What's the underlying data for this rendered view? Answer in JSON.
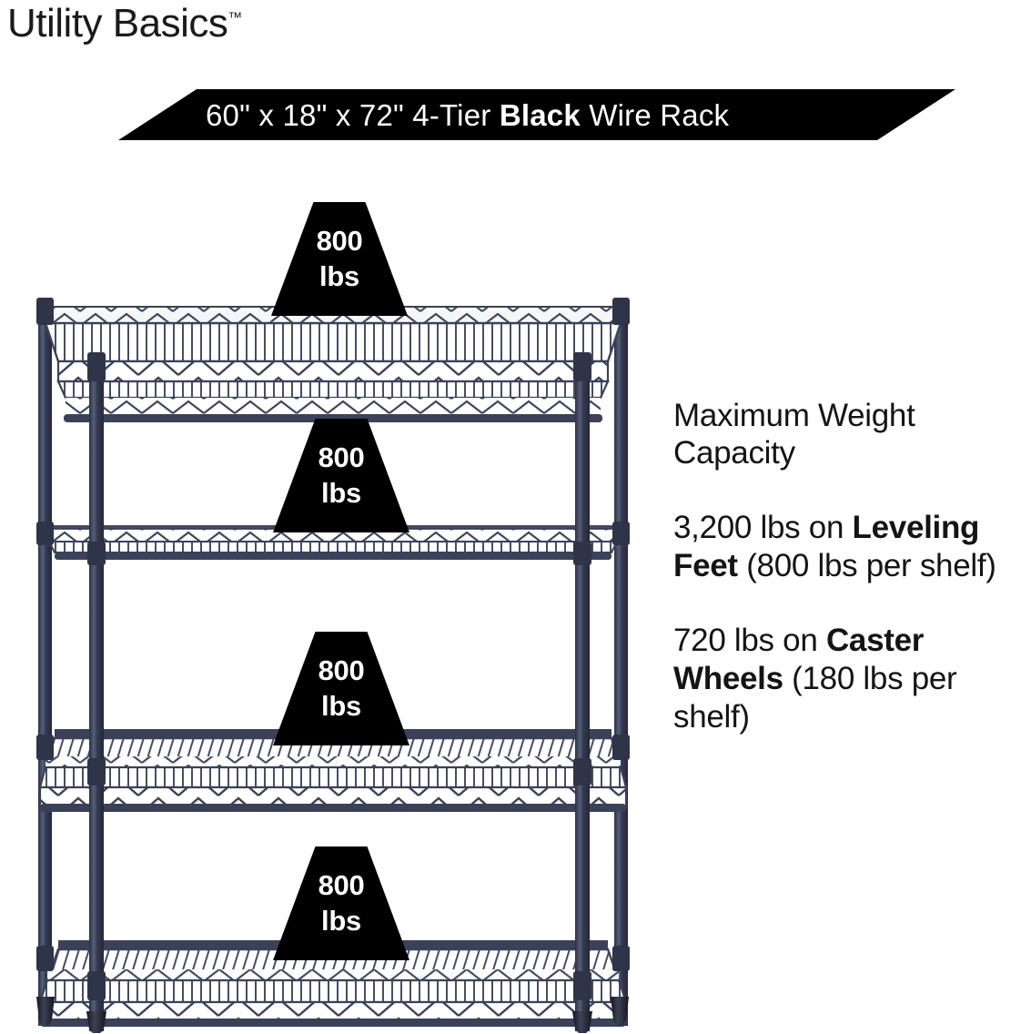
{
  "brand": {
    "name": "Utility Basics",
    "trademark": "™"
  },
  "banner": {
    "text_before": "60\" x 18\" x 72\" 4-Tier ",
    "emphasis": "Black",
    "text_after": " Wire Rack",
    "background_color": "#000000",
    "text_color": "#ffffff"
  },
  "product": {
    "type": "4-tier wire shelving rack",
    "frame_color": "#3a4056",
    "shelf_count": 4
  },
  "badges": [
    {
      "value": "800",
      "unit": "lbs"
    },
    {
      "value": "800",
      "unit": "lbs"
    },
    {
      "value": "800",
      "unit": "lbs"
    },
    {
      "value": "800",
      "unit": "lbs"
    }
  ],
  "info": {
    "heading": "Maximum Weight Capacity",
    "leveling": {
      "lead": "3,200 lbs on ",
      "emphasis": "Leveling Feet",
      "tail": " (800 lbs per shelf)"
    },
    "caster": {
      "lead": "720 lbs on ",
      "emphasis": "Caster Wheels",
      "tail": " (180 lbs per shelf)"
    }
  }
}
